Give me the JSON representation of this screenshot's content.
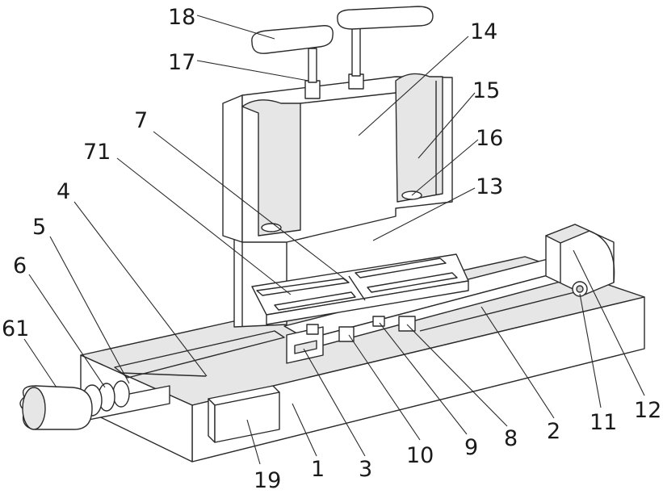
{
  "labels": {
    "l1": "1",
    "l2": "2",
    "l3": "3",
    "l4": "4",
    "l5": "5",
    "l6": "6",
    "l61": "61",
    "l7": "7",
    "l71": "71",
    "l8": "8",
    "l9": "9",
    "l10": "10",
    "l11": "11",
    "l12": "12",
    "l13": "13",
    "l14": "14",
    "l15": "15",
    "l16": "16",
    "l17": "17",
    "l18": "18",
    "l19": "19"
  },
  "colors": {
    "line": "#2a2a2a",
    "fill": "#ffffff",
    "shade": "#e6e6e6"
  }
}
